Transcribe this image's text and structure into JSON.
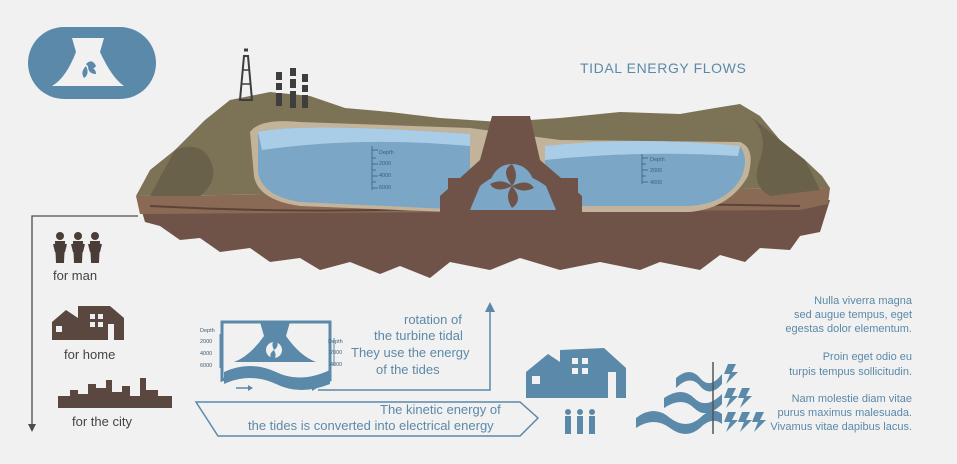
{
  "title": "TIDAL ENERGY FLOWS",
  "depth_scale_left": {
    "label": "Depth",
    "ticks": [
      "2000",
      "4000",
      "6000"
    ]
  },
  "depth_scale_right": {
    "label": "Depth",
    "ticks": [
      "2000",
      "4000"
    ]
  },
  "icons": {
    "logo": "turbine-dam-icon",
    "people": "people-icon",
    "house": "house-icon",
    "city": "city-skyline-icon",
    "waves": "waves-icon",
    "lightning": "lightning-icon"
  },
  "uses": {
    "man": "for man",
    "home": "for home",
    "city": "for the city"
  },
  "mini_diagram": {
    "left_label": "Depth",
    "left_ticks": [
      "2000",
      "4000",
      "6000"
    ],
    "right_label": "Depth",
    "right_ticks": [
      "2000",
      "4000"
    ]
  },
  "rotation_text": [
    "rotation of",
    "the turbine tidal",
    "They use the energy",
    "of the tides"
  ],
  "kinetic_text": [
    "The kinetic energy of",
    "the tides is converted  into electrical energy"
  ],
  "lorem": {
    "p1": [
      "Nulla viverra magna",
      "sed augue tempus, eget",
      "egestas dolor elementum."
    ],
    "p2": [
      "Proin eget odio eu",
      "turpis tempus sollicitudin."
    ],
    "p3": [
      "Nam molestie diam vitae",
      "purus maximus malesuada.",
      "Vivamus vitae dapibus lacus."
    ]
  },
  "colors": {
    "background": "#f1f1f1",
    "blue": "#5b89a9",
    "water": "#7ba6c6",
    "water_light": "#a9cde7",
    "earth_dark": "#6f5348",
    "earth_mid": "#8a6a55",
    "grass": "#7c7256",
    "text_blue": "#5b89a9",
    "arrow_dark": "#4d4d4d"
  }
}
